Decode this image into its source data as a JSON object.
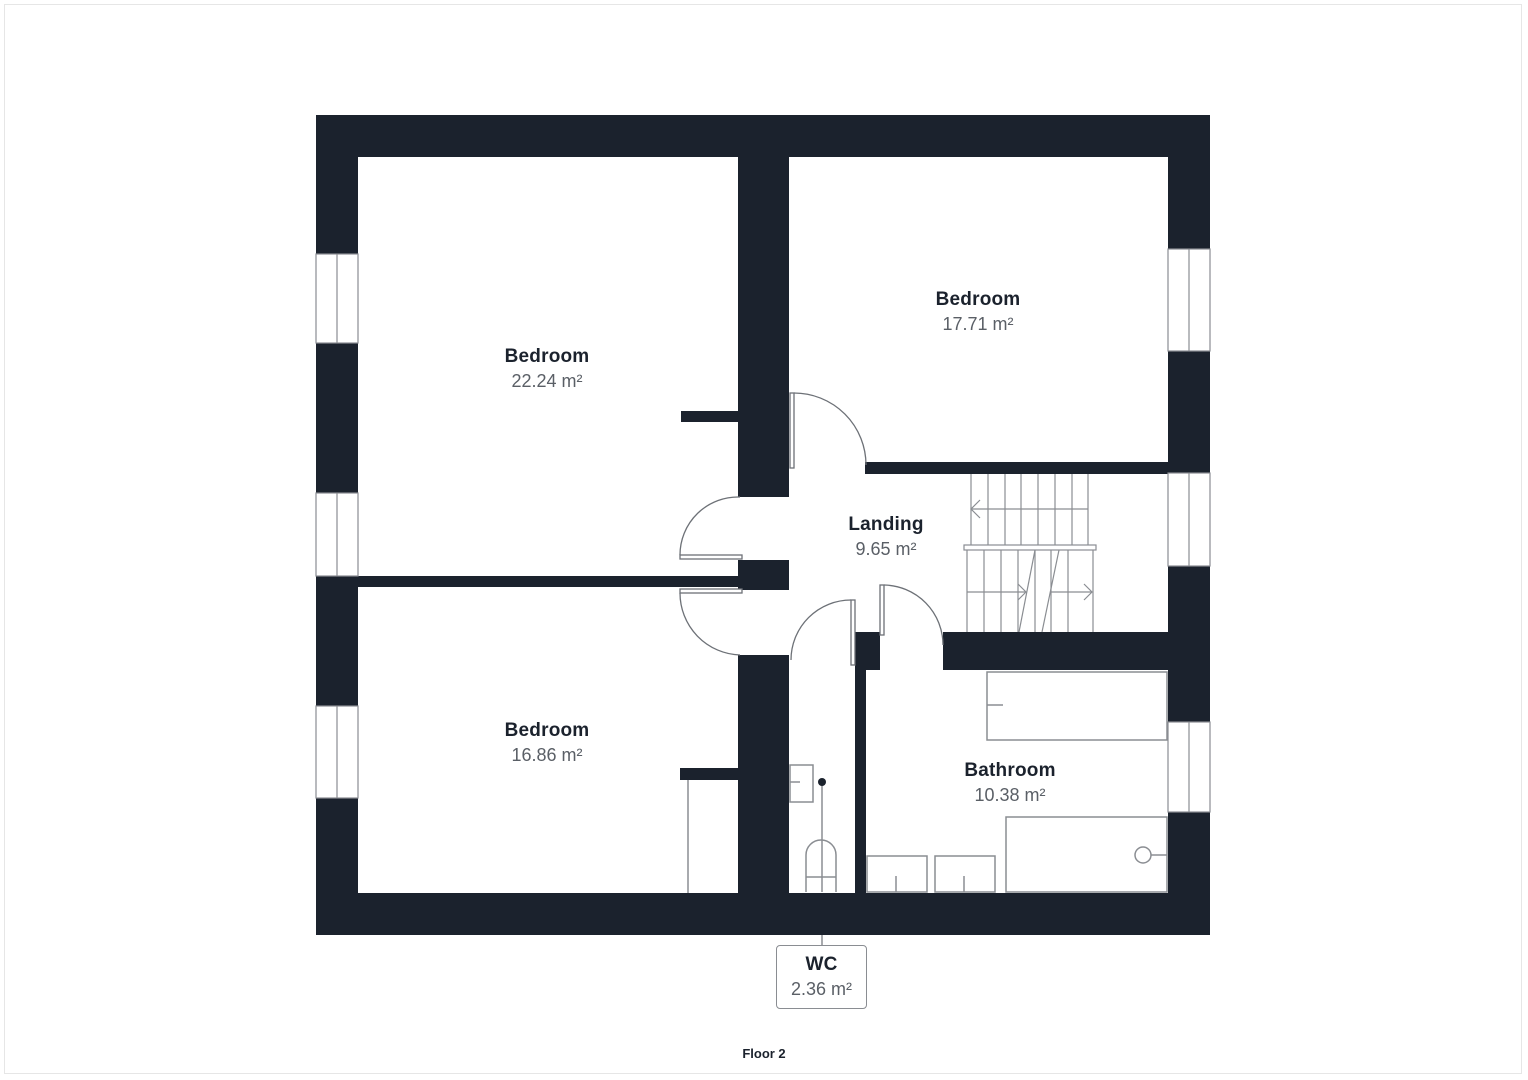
{
  "floor": {
    "label": "Floor 2"
  },
  "colors": {
    "wall": "#1b222d",
    "fixture_line": "#8a8d92",
    "area_text": "#5a5f66",
    "background": "#ffffff"
  },
  "rooms": [
    {
      "name": "Bedroom",
      "area": "22.24 m²"
    },
    {
      "name": "Bedroom",
      "area": "17.71 m²"
    },
    {
      "name": "Landing",
      "area": "9.65 m²"
    },
    {
      "name": "Bedroom",
      "area": "16.86 m²"
    },
    {
      "name": "Bathroom",
      "area": "10.38 m²"
    },
    {
      "name": "WC",
      "area": "2.36 m²"
    }
  ],
  "icons": {
    "door": "door-swing-arc",
    "window": "window-double-line",
    "stairs": "staircase-with-arrows",
    "bathtub": "rect-fixture",
    "toilet": "toilet-outline",
    "sink": "sink-outline"
  }
}
